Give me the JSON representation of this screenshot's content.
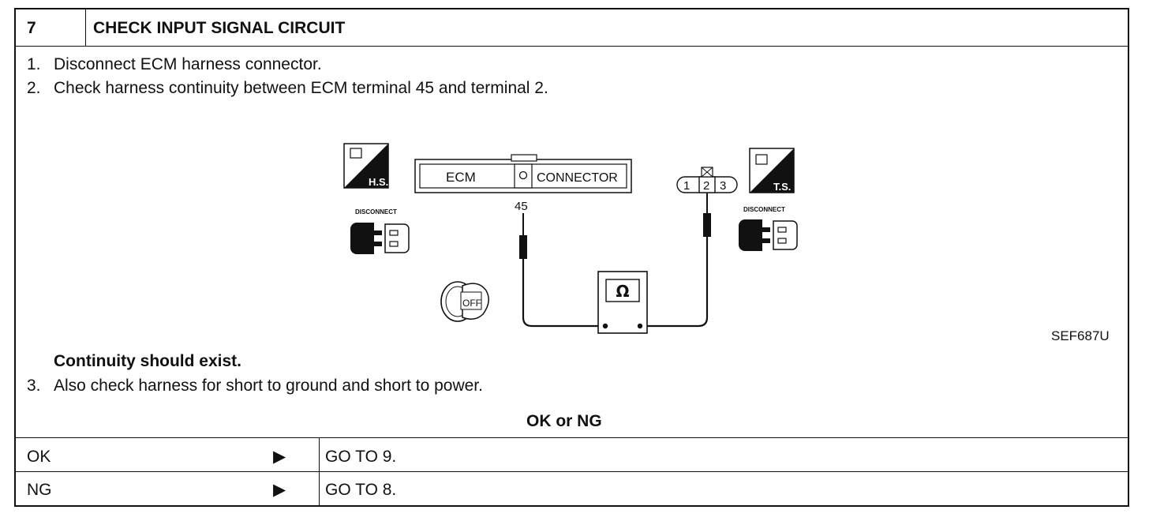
{
  "header": {
    "step_number": "7",
    "title": "CHECK INPUT SIGNAL CIRCUIT"
  },
  "instructions": [
    {
      "num": "1.",
      "text": "Disconnect ECM harness connector."
    },
    {
      "num": "2.",
      "text": "Check harness continuity between ECM terminal 45 and terminal 2."
    }
  ],
  "diagram": {
    "ecm_label": "ECM",
    "connector_label": "CONNECTOR",
    "terminal_ecm": "45",
    "sensor_terminals": [
      "1",
      "2",
      "3"
    ],
    "hs_badge": "H.S.",
    "ts_badge": "T.S.",
    "disconnect_label": "DISCONNECT",
    "meter_symbol": "Ω",
    "ignition_label": "OFF",
    "figure_id": "SEF687U"
  },
  "result_note": "Continuity should exist.",
  "step3": {
    "num": "3.",
    "text": "Also check harness for short to ground and short to power."
  },
  "decision": {
    "heading": "OK or NG",
    "rows": [
      {
        "label": "OK",
        "arrow": "▶",
        "action": "GO TO 9."
      },
      {
        "label": "NG",
        "arrow": "▶",
        "action": "GO TO 8."
      }
    ]
  }
}
